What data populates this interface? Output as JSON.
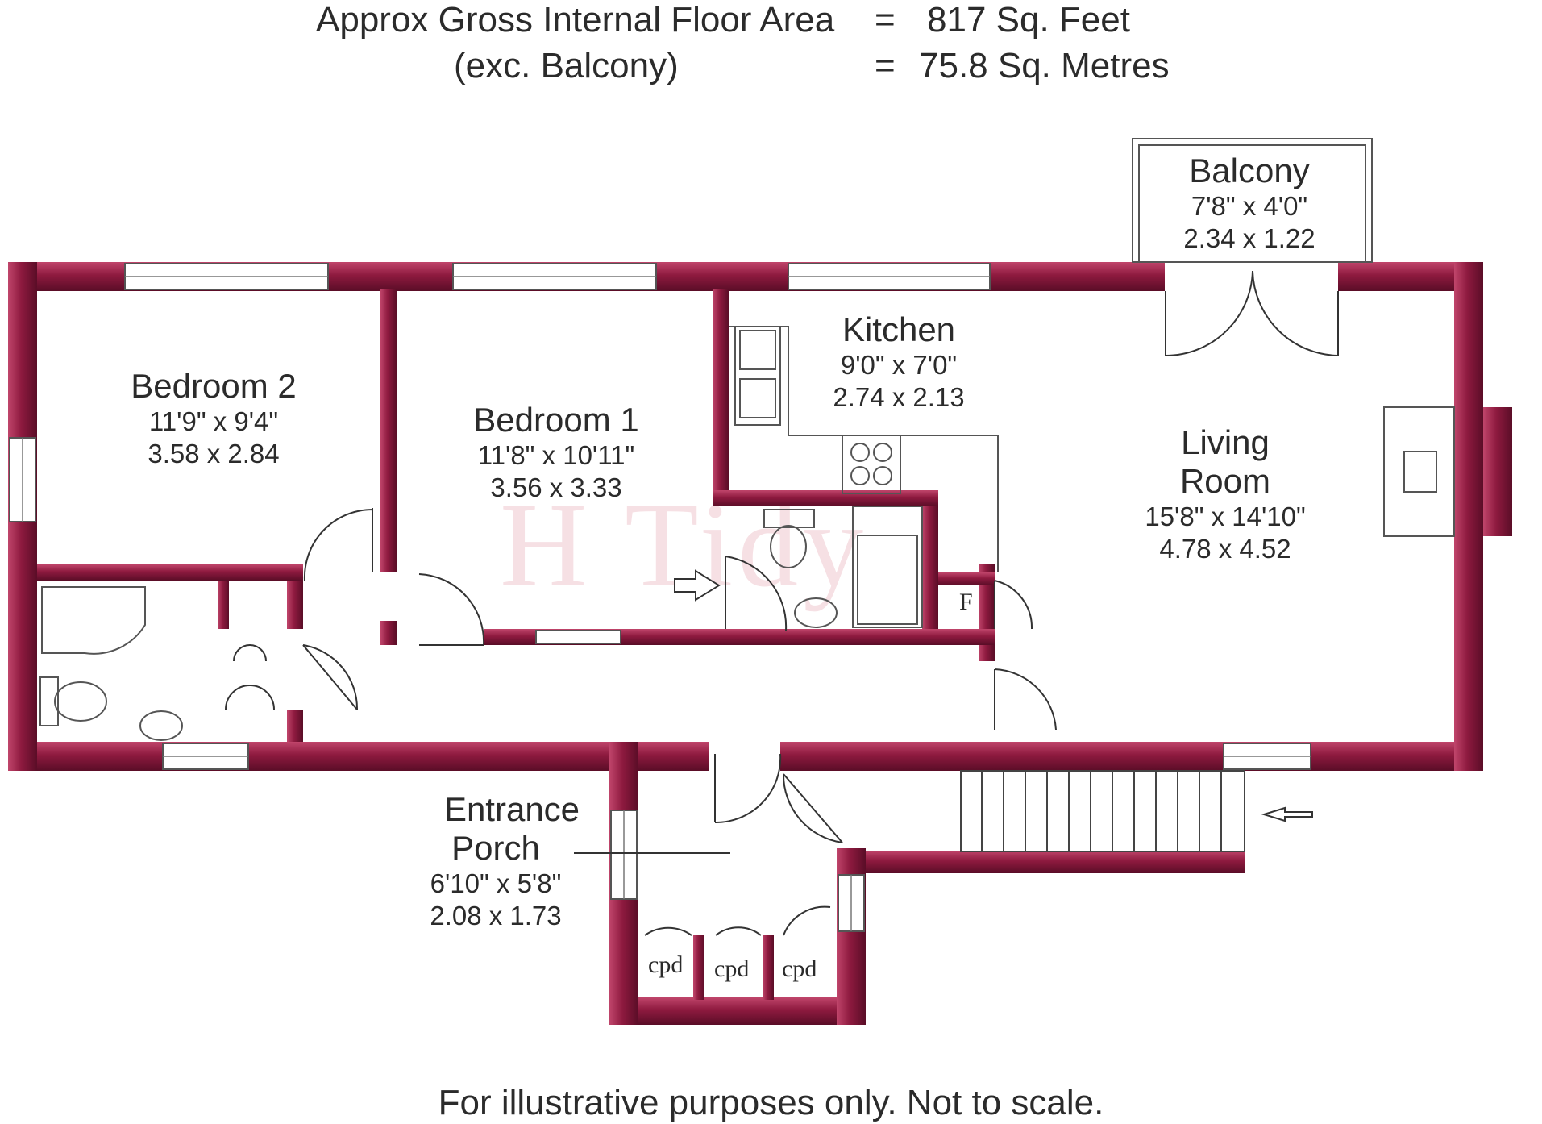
{
  "header": {
    "line1_label": "Approx Gross Internal Floor Area",
    "line1_eq": "=",
    "line1_value": "817  Sq. Feet",
    "line2_label": "(exc. Balcony)",
    "line2_eq": "=",
    "line2_value": "75.8  Sq. Metres"
  },
  "watermark": "H Tidy",
  "rooms": {
    "bedroom2": {
      "name": "Bedroom 2",
      "imperial": "11'9\"  x  9'4\"",
      "metric": "3.58  x  2.84"
    },
    "bedroom1": {
      "name": "Bedroom 1",
      "imperial": "11'8\"  x 10'11\"",
      "metric": "3.56  x  3.33"
    },
    "kitchen": {
      "name": "Kitchen",
      "imperial": "9'0\"  x  7'0\"",
      "metric": "2.74  x  2.13"
    },
    "balcony": {
      "name": "Balcony",
      "imperial": "7'8\"  x  4'0\"",
      "metric": "2.34  x  1.22"
    },
    "living": {
      "name_line1": "Living",
      "name_line2": "Room",
      "imperial": "15'8\"  x 14'10\"",
      "metric": "4.78  x  4.52"
    },
    "porch": {
      "name_line1": "Entrance",
      "name_line2": "Porch",
      "imperial": "6'10\"  x  5'8\"",
      "metric": "2.08  x  1.73"
    }
  },
  "labels": {
    "cupboard1": "cpd",
    "cupboard2": "cpd",
    "cupboard3": "cpd",
    "fridge": "F"
  },
  "colors": {
    "wall": "#8e1a3f",
    "wall_light": "#c0456b",
    "wall_dark": "#5a0d27"
  },
  "footer": "For illustrative purposes only. Not to scale."
}
